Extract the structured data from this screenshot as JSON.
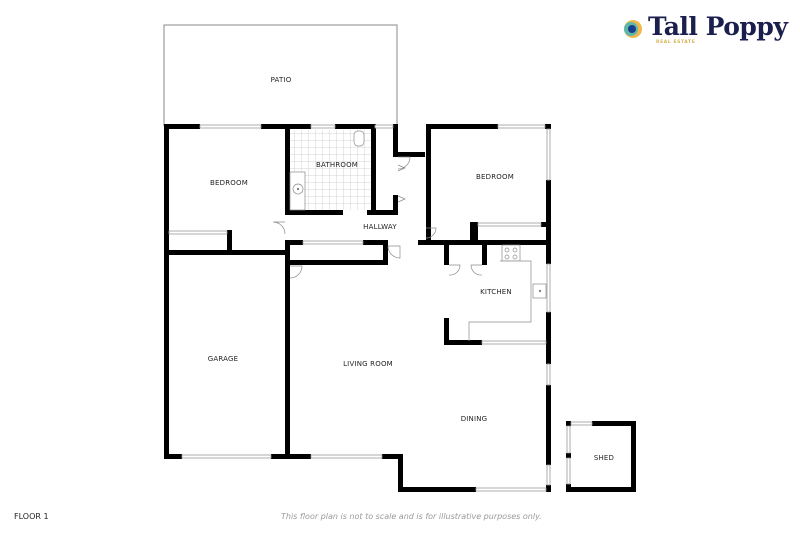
{
  "brand": {
    "name": "Tall Poppy",
    "tagline": "REAL ESTATE",
    "colors": {
      "text": "#1b1f4d",
      "tagline": "#d7b256",
      "ring_outer": "#f0b84c",
      "ring_inner": "#5fb7a9",
      "center": "#1a3c8c"
    }
  },
  "floor_label": "FLOOR 1",
  "disclaimer": "This floor plan is not to scale and is for illustrative purposes only.",
  "rooms": {
    "patio": "PATIO",
    "bedroom_1": "BEDROOM",
    "bathroom": "BATHROOM",
    "bedroom_2": "BEDROOM",
    "hallway": "HALLWAY",
    "kitchen": "KITCHEN",
    "garage": "GARAGE",
    "living_room": "LIVING ROOM",
    "dining": "DINING",
    "shed": "SHED"
  },
  "colors": {
    "wall": "#000000",
    "window": "#bdbdbd",
    "outline": "#8a8a8a",
    "tile": "#c8c8c8"
  }
}
